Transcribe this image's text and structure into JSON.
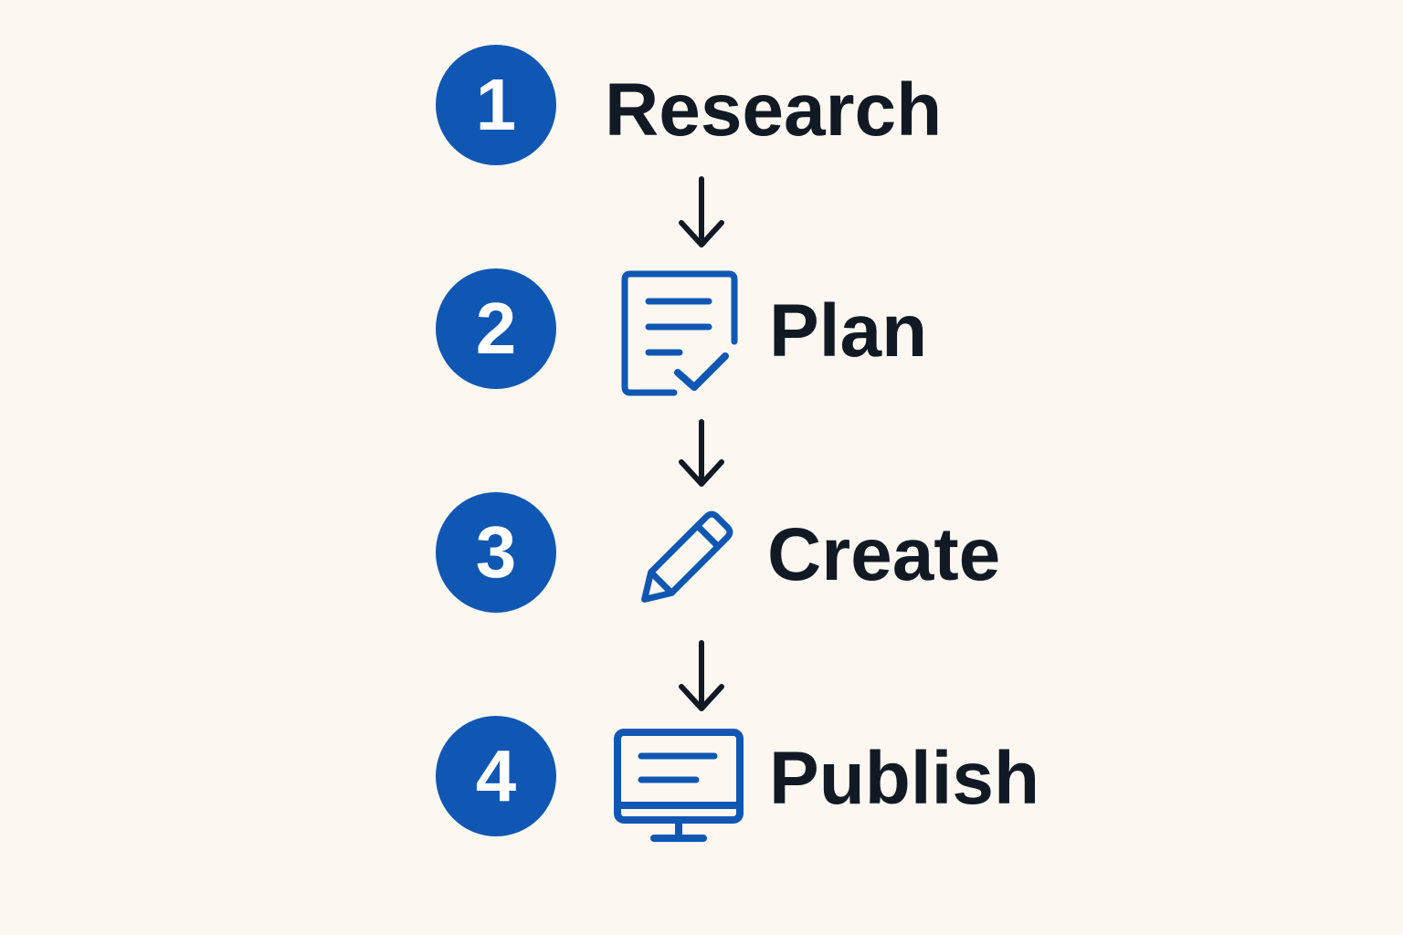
{
  "colors": {
    "background": "#fcf7f1",
    "accent": "#0f57b3",
    "text": "#111a24"
  },
  "steps": [
    {
      "number": "1",
      "label": "Research",
      "icon": ""
    },
    {
      "number": "2",
      "label": "Plan",
      "icon": "document-check-icon"
    },
    {
      "number": "3",
      "label": "Create",
      "icon": "pencil-icon"
    },
    {
      "number": "4",
      "label": "Publish",
      "icon": "monitor-icon"
    }
  ],
  "arrows": [
    "down-arrow-icon",
    "down-arrow-icon",
    "down-arrow-icon"
  ]
}
